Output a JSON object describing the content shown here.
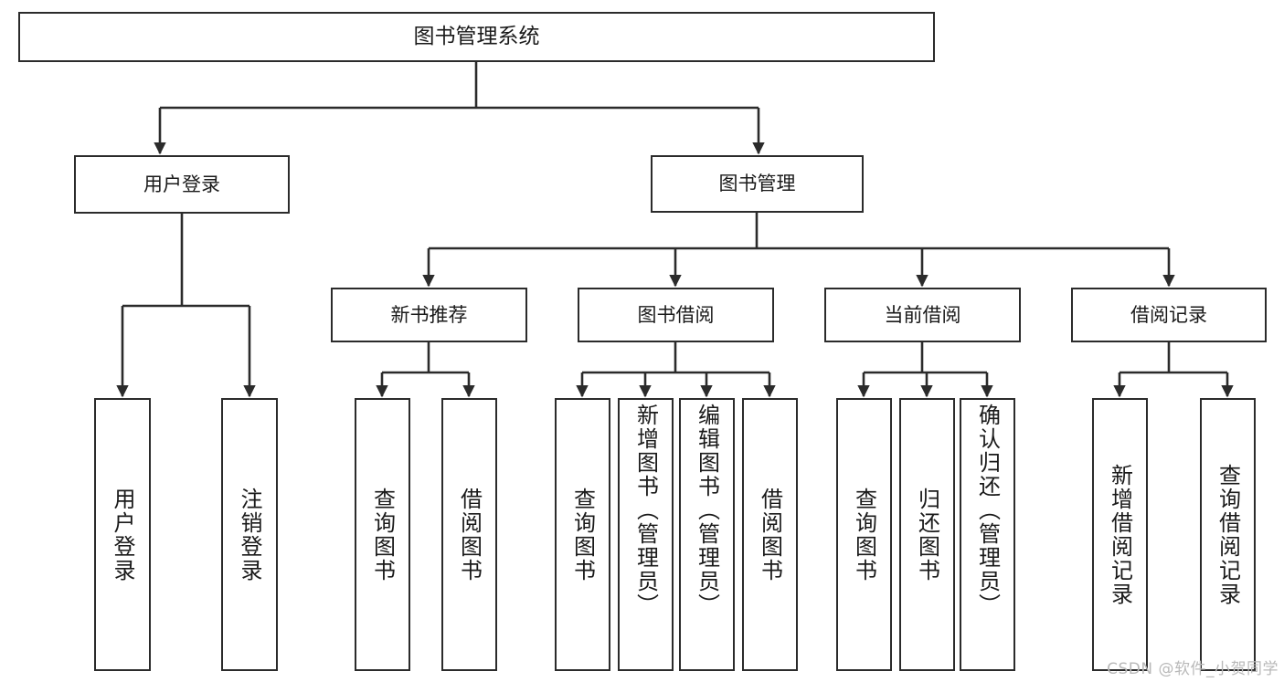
{
  "diagram": {
    "type": "tree-hierarchy",
    "title": "图书管理系统",
    "watermark": "CSDN @软件_小贺同学",
    "colors": {
      "box_border": "#2b2b2b",
      "box_fill": "#ffffff",
      "connector": "#2b2b2b",
      "text": "#1a1a1a",
      "watermark": "#b9b9b9"
    },
    "levels": {
      "root": {
        "label": "图书管理系统"
      },
      "level2": [
        {
          "label": "用户登录"
        },
        {
          "label": "图书管理"
        }
      ],
      "level3": [
        {
          "label": "新书推荐"
        },
        {
          "label": "图书借阅"
        },
        {
          "label": "当前借阅"
        },
        {
          "label": "借阅记录"
        }
      ],
      "leaves": {
        "user_login": [
          {
            "label": "用户登录"
          },
          {
            "label": "注销登录"
          }
        ],
        "new_book_recommend": [
          {
            "label": "查询图书"
          },
          {
            "label": "借阅图书"
          }
        ],
        "book_borrow": [
          {
            "label": "查询图书"
          },
          {
            "label": "新增图书（管理员）"
          },
          {
            "label": "编辑图书（管理员）"
          },
          {
            "label": "借阅图书"
          }
        ],
        "current_borrow": [
          {
            "label": "查询图书"
          },
          {
            "label": "归还图书"
          },
          {
            "label": "确认归还（管理员）"
          }
        ],
        "borrow_record": [
          {
            "label": "新增借阅记录"
          },
          {
            "label": "查询借阅记录"
          }
        ]
      }
    }
  }
}
